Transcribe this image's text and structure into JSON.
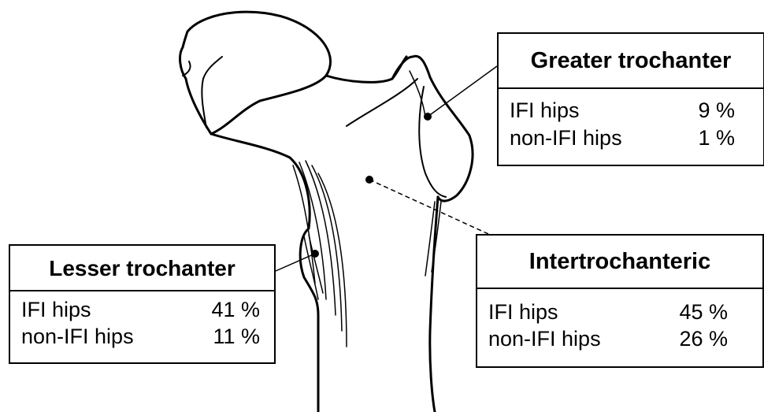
{
  "labels": {
    "greater": {
      "title": "Greater trochanter",
      "rows": [
        {
          "label": "IFI hips",
          "value": "9 %"
        },
        {
          "label": "non-IFI hips",
          "value": "1 %"
        }
      ]
    },
    "lesser": {
      "title": "Lesser trochanter",
      "rows": [
        {
          "label": "IFI hips",
          "value": "41 %"
        },
        {
          "label": "non-IFI hips",
          "value": "11 %"
        }
      ]
    },
    "inter": {
      "title": "Intertrochanteric",
      "rows": [
        {
          "label": "IFI hips",
          "value": "45 %"
        },
        {
          "label": "non-IFI hips",
          "value": "26 %"
        }
      ]
    }
  }
}
